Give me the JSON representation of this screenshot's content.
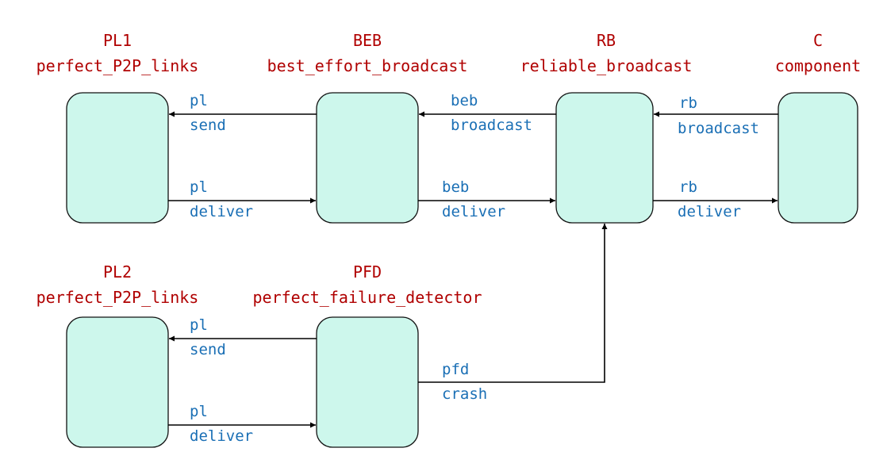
{
  "colors": {
    "title_text": "#b00000",
    "label_text": "#1a6fb5",
    "box_fill": "#cdf7ec",
    "box_stroke": "#111111",
    "arrow": "#000000"
  },
  "components": {
    "pl1": {
      "abbr": "PL1",
      "name": "perfect_P2P_links"
    },
    "beb": {
      "abbr": "BEB",
      "name": "best_effort_broadcast"
    },
    "rb": {
      "abbr": "RB",
      "name": "reliable_broadcast"
    },
    "c": {
      "abbr": "C",
      "name": "component"
    },
    "pl2": {
      "abbr": "PL2",
      "name": "perfect_P2P_links"
    },
    "pfd": {
      "abbr": "PFD",
      "name": "perfect_failure_detector"
    }
  },
  "edges": {
    "beb_to_pl1_send": {
      "top": "pl",
      "bottom": "send"
    },
    "pl1_to_beb_deliver": {
      "top": "pl",
      "bottom": "deliver"
    },
    "rb_to_beb_broadcast": {
      "top": "beb",
      "bottom": "broadcast"
    },
    "beb_to_rb_deliver": {
      "top": "beb",
      "bottom": "deliver"
    },
    "c_to_rb_broadcast": {
      "top": "rb",
      "bottom": "broadcast"
    },
    "rb_to_c_deliver": {
      "top": "rb",
      "bottom": "deliver"
    },
    "pfd_to_pl2_send": {
      "top": "pl",
      "bottom": "send"
    },
    "pl2_to_pfd_deliver": {
      "top": "pl",
      "bottom": "deliver"
    },
    "pfd_to_rb_crash": {
      "top": "pfd",
      "bottom": "crash"
    }
  }
}
